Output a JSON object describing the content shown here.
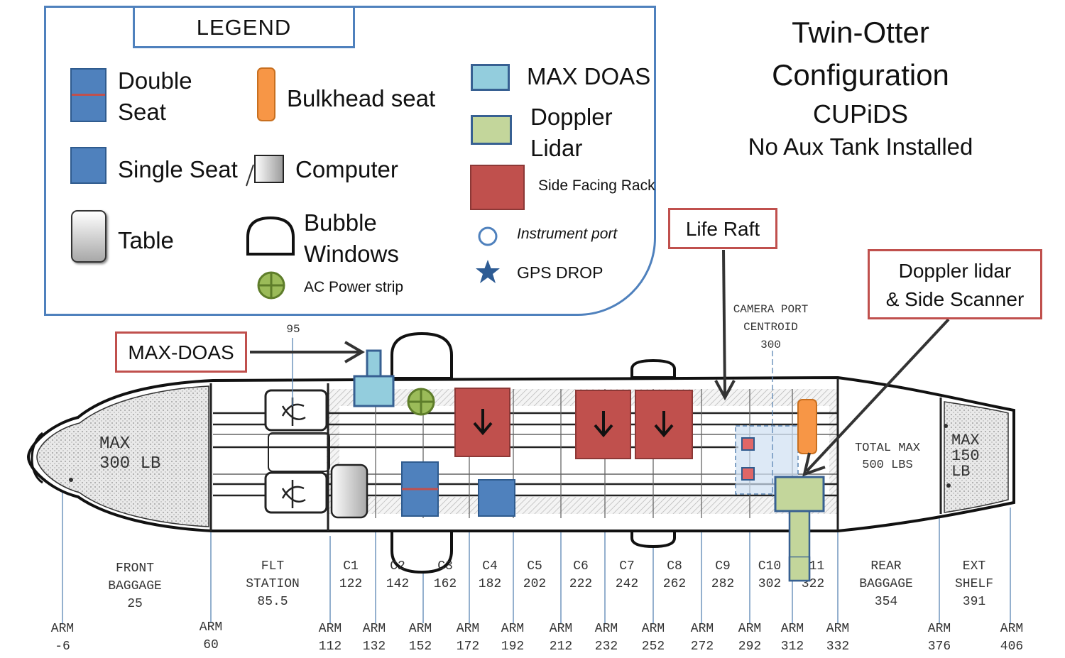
{
  "title": {
    "line1": "Twin-Otter",
    "line2": "Configuration",
    "line3": "CUPiDS",
    "line4": "No Aux Tank Installed"
  },
  "legend": {
    "title": "LEGEND",
    "items": [
      {
        "label_1": "Double",
        "label_2": "Seat",
        "icon": "double-seat-icon",
        "color": "#4f81bd"
      },
      {
        "label": "Bulkhead seat",
        "icon": "bulkhead-seat-icon",
        "color": "#f79646"
      },
      {
        "label": "MAX DOAS",
        "icon": "max-doas-icon",
        "color": "#93cddd"
      },
      {
        "label_1": "Doppler",
        "label_2": "Lidar",
        "icon": "doppler-lidar-icon",
        "color": "#c3d69b"
      },
      {
        "label": "Single Seat",
        "icon": "single-seat-icon",
        "color": "#4f81bd"
      },
      {
        "label": "Computer",
        "icon": "computer-icon"
      },
      {
        "label": "Side Facing Rack",
        "icon": "side-facing-rack-icon",
        "color": "#c0504d"
      },
      {
        "label": "Table",
        "icon": "table-icon"
      },
      {
        "label_1": "Bubble",
        "label_2": "Windows",
        "icon": "bubble-window-icon"
      },
      {
        "label": "Instrument port",
        "icon": "instrument-port-icon",
        "color": "#4f81bd"
      },
      {
        "label": "GPS DROP",
        "icon": "gps-star-icon",
        "color": "#2e5c94"
      },
      {
        "label": "AC Power strip",
        "icon": "ac-power-icon",
        "color": "#77a03c"
      }
    ]
  },
  "callouts": {
    "life_raft": "Life Raft",
    "doppler_scanner_1": "Doppler lidar",
    "doppler_scanner_2": "& Side Scanner",
    "max_doas": "MAX-DOAS"
  },
  "aircraft": {
    "nose_label_1": "MAX",
    "nose_label_2": "300 LB",
    "tail_total_1": "TOTAL MAX",
    "tail_total_2": "500 LBS",
    "tail_max_1": "MAX",
    "tail_max_2": "150",
    "tail_max_3": "LB",
    "camera_port_1": "CAMERA PORT",
    "camera_port_2": "CENTROID",
    "camera_port_3": "300",
    "sta_95": "95"
  },
  "stations": [
    {
      "name": "FRONT",
      "name2": "BAGGAGE",
      "value": "25"
    },
    {
      "name": "FLT",
      "name2": "STATION",
      "value": "85.5"
    },
    {
      "name": "C1",
      "value": "122"
    },
    {
      "name": "C2",
      "value": "142"
    },
    {
      "name": "C3",
      "value": "162"
    },
    {
      "name": "C4",
      "value": "182"
    },
    {
      "name": "C5",
      "value": "202"
    },
    {
      "name": "C6",
      "value": "222"
    },
    {
      "name": "C7",
      "value": "242"
    },
    {
      "name": "C8",
      "value": "262"
    },
    {
      "name": "C9",
      "value": "282"
    },
    {
      "name": "C10",
      "value": "302"
    },
    {
      "name": "C11",
      "value": "322"
    },
    {
      "name": "REAR",
      "name2": "BAGGAGE",
      "value": "354"
    },
    {
      "name": "EXT",
      "name2": "SHELF",
      "value": "391"
    }
  ],
  "arms": [
    {
      "label": "ARM",
      "value": "-6"
    },
    {
      "label": "ARM",
      "value": "60"
    },
    {
      "label": "ARM",
      "value": "112"
    },
    {
      "label": "ARM",
      "value": "132"
    },
    {
      "label": "ARM",
      "value": "152"
    },
    {
      "label": "ARM",
      "value": "172"
    },
    {
      "label": "ARM",
      "value": "192"
    },
    {
      "label": "ARM",
      "value": "212"
    },
    {
      "label": "ARM",
      "value": "232"
    },
    {
      "label": "ARM",
      "value": "252"
    },
    {
      "label": "ARM",
      "value": "272"
    },
    {
      "label": "ARM",
      "value": "292"
    },
    {
      "label": "ARM",
      "value": "312"
    },
    {
      "label": "ARM",
      "value": "332"
    },
    {
      "label": "ARM",
      "value": "376"
    },
    {
      "label": "ARM",
      "value": "406"
    }
  ],
  "colors": {
    "legend_border": "#4f81bd",
    "callout_border": "#c0504d",
    "seat_blue": "#4f81bd",
    "rack_red": "#c0504d",
    "lidar_green": "#c3d69b",
    "doas_blue": "#93cddd",
    "bulkhead_orange": "#f79646"
  }
}
